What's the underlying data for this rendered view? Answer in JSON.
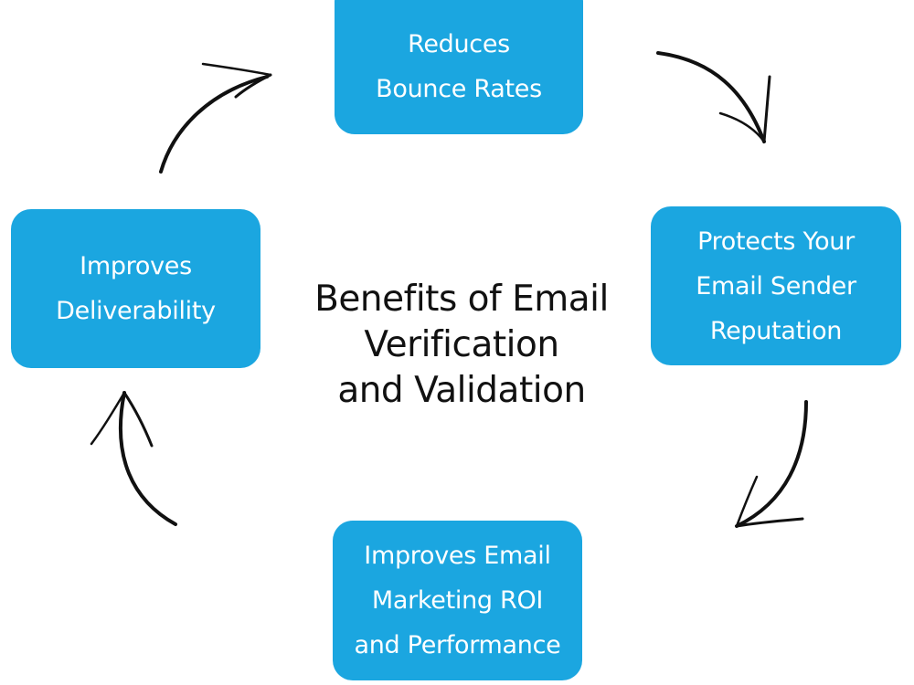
{
  "title": {
    "lines": [
      "Benefits of Email",
      "Verification",
      "and Validation"
    ]
  },
  "steps": [
    {
      "id": "top",
      "lines": [
        "Reduces",
        "Bounce Rates"
      ]
    },
    {
      "id": "right",
      "lines": [
        "Protects Your",
        "Email Sender",
        "Reputation"
      ]
    },
    {
      "id": "bottom",
      "lines": [
        "Improves Email",
        "Marketing ROI",
        "and Performance"
      ]
    },
    {
      "id": "left",
      "lines": [
        "Improves",
        "Deliverability"
      ]
    }
  ],
  "colors": {
    "box_fill": "#1ba6e0",
    "box_text": "#ffffff",
    "title_text": "#111111",
    "arrow_stroke": "#111111"
  }
}
